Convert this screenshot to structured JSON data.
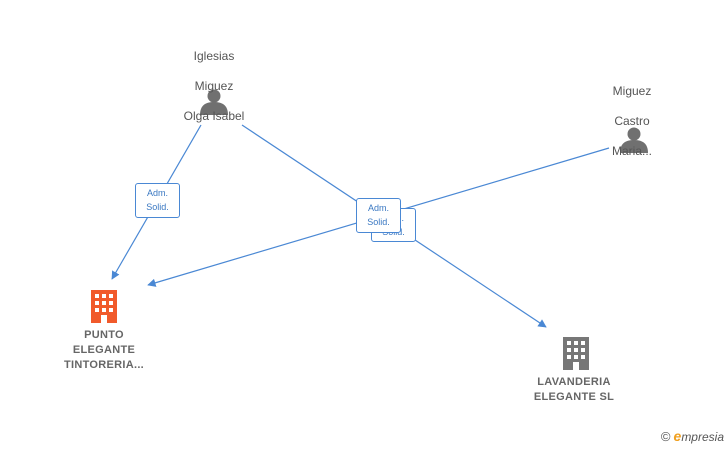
{
  "people": [
    {
      "id": "p1",
      "lines": [
        "Iglesias",
        "Miguez",
        "Olga Isabel"
      ],
      "icon": "person-icon"
    },
    {
      "id": "p2",
      "lines": [
        "Miguez",
        "Castro",
        "Maria..."
      ],
      "icon": "person-icon"
    }
  ],
  "companies": [
    {
      "id": "c1",
      "lines": [
        "PUNTO",
        "ELEGANTE",
        "TINTORERIA..."
      ],
      "icon": "building-icon",
      "color": "#f15a2b"
    },
    {
      "id": "c2",
      "lines": [
        "LAVANDERIA",
        "ELEGANTE SL"
      ],
      "icon": "building-icon",
      "color": "#777777"
    }
  ],
  "edge_labels": [
    {
      "id": "e1",
      "line1": "Adm.",
      "line2": "Solid."
    },
    {
      "id": "e2",
      "line1": "Adm.",
      "line2": "Solid."
    },
    {
      "id": "e3",
      "line1": "Adm.",
      "line2": "Solid."
    }
  ],
  "colors": {
    "edge": "#4a88d4",
    "person": "#707070"
  },
  "watermark": {
    "copyright": "©",
    "brand_initial": "e",
    "brand_rest": "mpresia"
  }
}
